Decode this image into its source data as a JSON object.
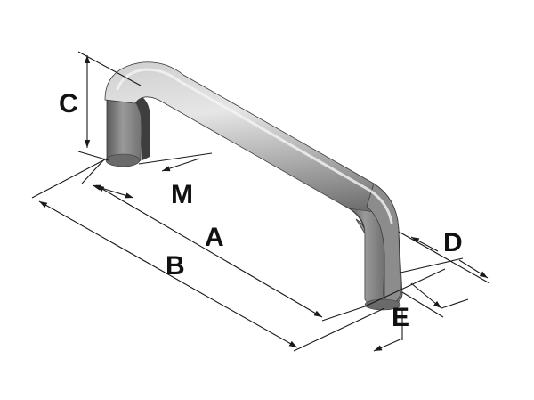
{
  "diagram": {
    "subject": "pull-handle",
    "labels": {
      "A": "A",
      "B": "B",
      "C": "C",
      "D": "D",
      "E": "E",
      "M": "M"
    },
    "colors": {
      "handle_light": "#d9d9d9",
      "handle_mid": "#9a9a9a",
      "handle_dark": "#4a4a4a",
      "line": "#1a1a1a",
      "text": "#111111",
      "background": "#ffffff"
    }
  }
}
